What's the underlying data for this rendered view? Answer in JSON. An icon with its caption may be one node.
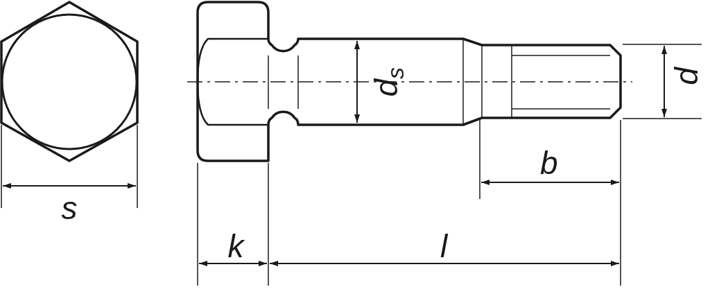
{
  "diagram": {
    "labels": [
      "d$_{s}$",
      "d",
      "b",
      "s",
      "k",
      "l"
    ]
  }
}
